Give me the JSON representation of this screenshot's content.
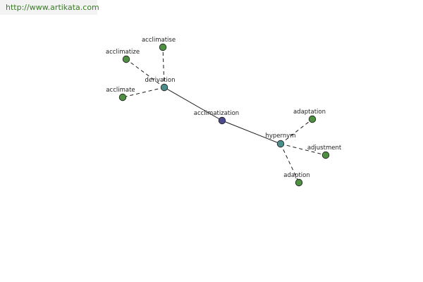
{
  "header": {
    "site_url": "http://www.artikata.com"
  },
  "colors": {
    "center_node": "#4a4a8c",
    "relation_node": "#4b8d8a",
    "word_node": "#4e8f42",
    "link_text": "#3a7a26"
  },
  "graph": {
    "center": "acclimatization",
    "relations": [
      {
        "label": "derivation",
        "words": [
          "acclimatise",
          "acclimatize",
          "acclimate"
        ]
      },
      {
        "label": "hypernym",
        "words": [
          "adaptation",
          "adjustment",
          "adaption"
        ]
      }
    ]
  }
}
